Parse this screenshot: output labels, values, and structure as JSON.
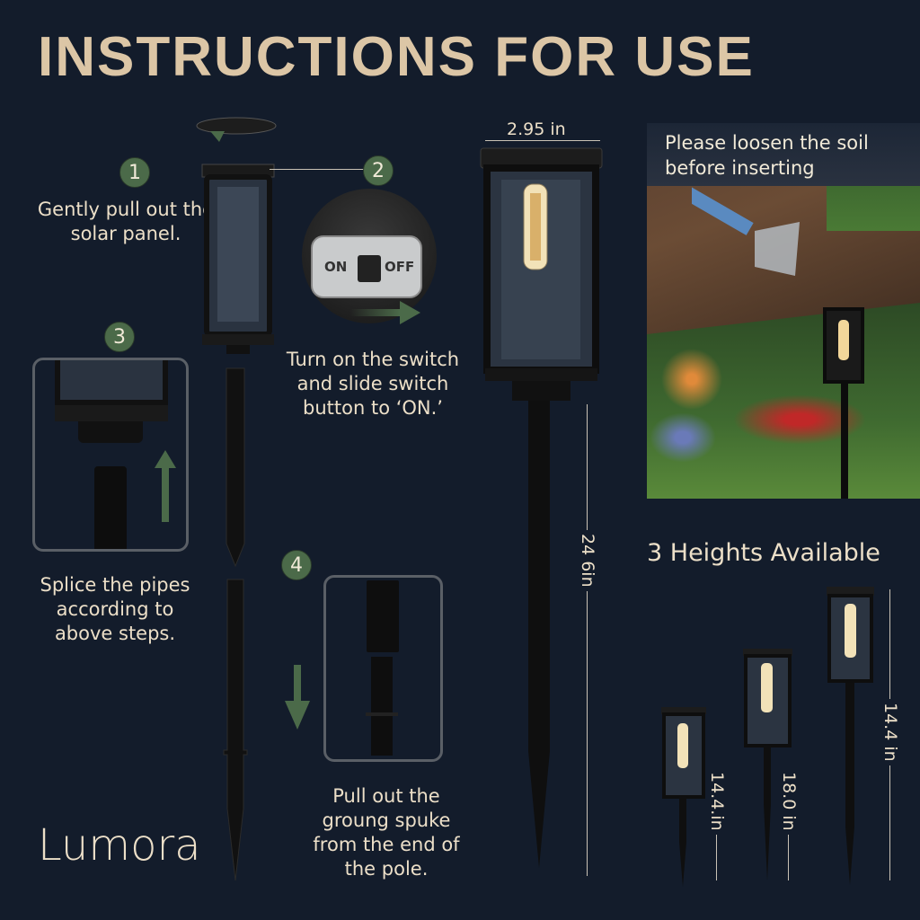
{
  "title": "INSTRUCTIONS FOR USE",
  "steps": [
    {
      "number": "1",
      "text": "Gently pull out the solar panel."
    },
    {
      "number": "2",
      "text": "Turn on the switch and slide switch button to ‘ON.’"
    },
    {
      "number": "3",
      "text": "Splice the pipes according to above steps."
    },
    {
      "number": "4",
      "text": "Pull out the groung spuke from the end of the pole."
    }
  ],
  "switch": {
    "on_label": "ON",
    "off_label": "OFF"
  },
  "dimensions": {
    "width": "2.95 in",
    "height": "24 6in"
  },
  "photo_caption": "Please loosen the soil before inserting",
  "heights": {
    "heading": "3 Heights Available",
    "labels": [
      "14.4.in",
      "18.0 in",
      "14.4 in"
    ]
  },
  "brand": "Lumora",
  "colors": {
    "background": "#131c2b",
    "accent": "#4b6a49",
    "title": "#dcc6a6",
    "text": "#ecdfc8"
  }
}
